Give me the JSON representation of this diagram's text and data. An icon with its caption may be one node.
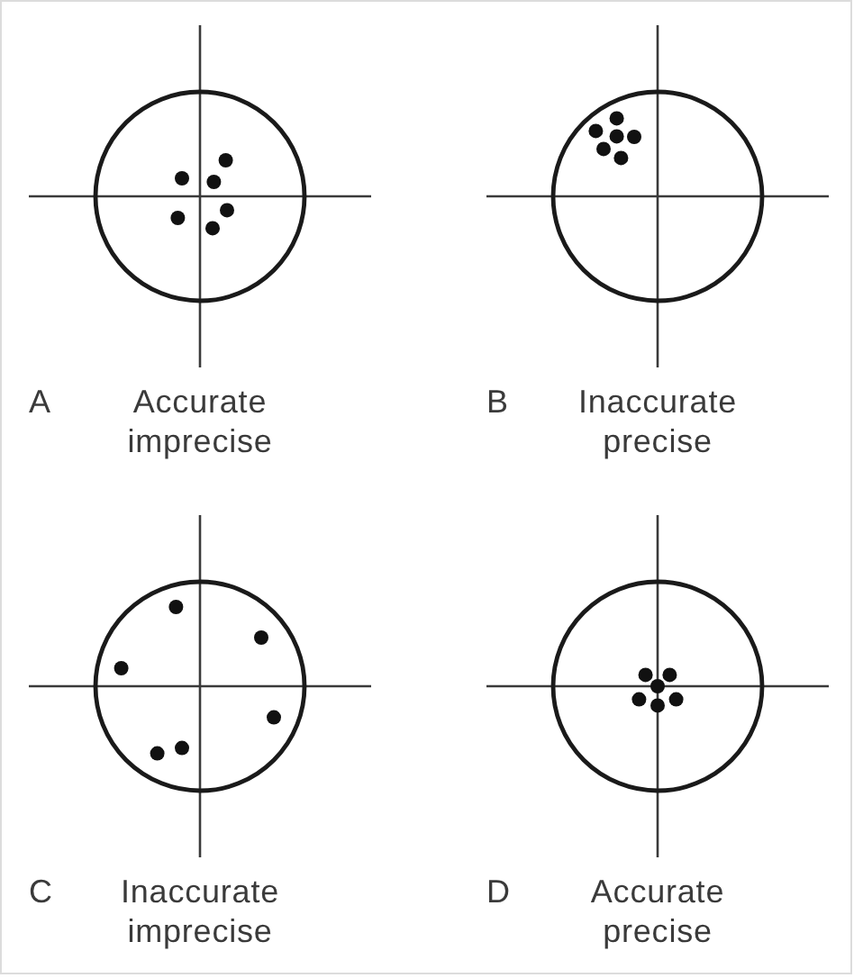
{
  "diagram": {
    "labels": [
      "A",
      "Accurate imprecise",
      "B",
      "Inaccurate precise",
      "C",
      "Inaccurate imprecise",
      "D",
      "Accurate precise"
    ]
  }
}
